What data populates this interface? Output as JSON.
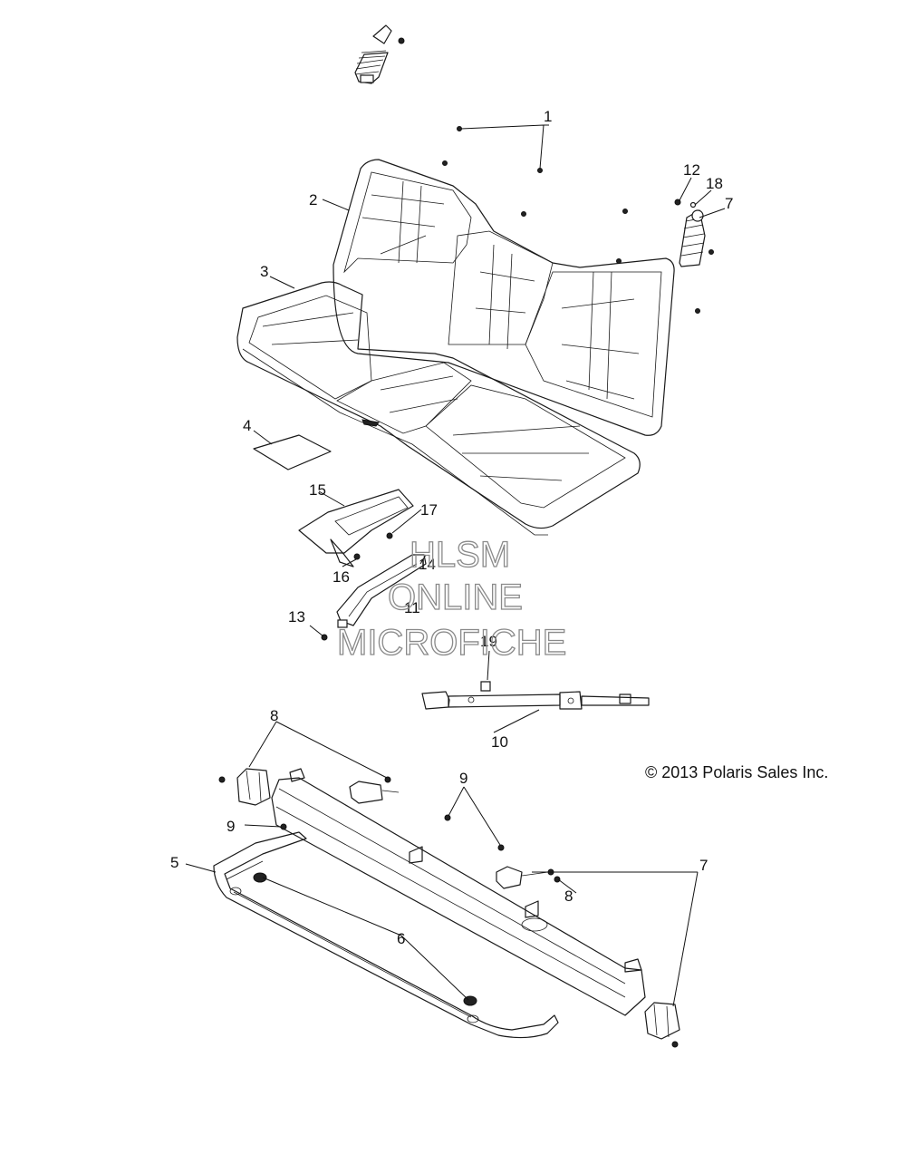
{
  "diagram": {
    "callouts": {
      "c1": "1",
      "c2": "2",
      "c3": "3",
      "c4": "4",
      "c5": "5",
      "c6": "6",
      "c7a": "7",
      "c7b": "7",
      "c8a": "8",
      "c8b": "8",
      "c9a": "9",
      "c9b": "9",
      "c10": "10",
      "c11": "11",
      "c12": "12",
      "c13": "13",
      "c14": "14",
      "c15": "15",
      "c16": "16",
      "c17": "17",
      "c18": "18",
      "c19": "19"
    },
    "copyright": "© 2013 Polaris Sales Inc.",
    "watermark": {
      "line1": "HLSM",
      "line2": "ONLINE",
      "line3": "MICROFICHE"
    }
  }
}
